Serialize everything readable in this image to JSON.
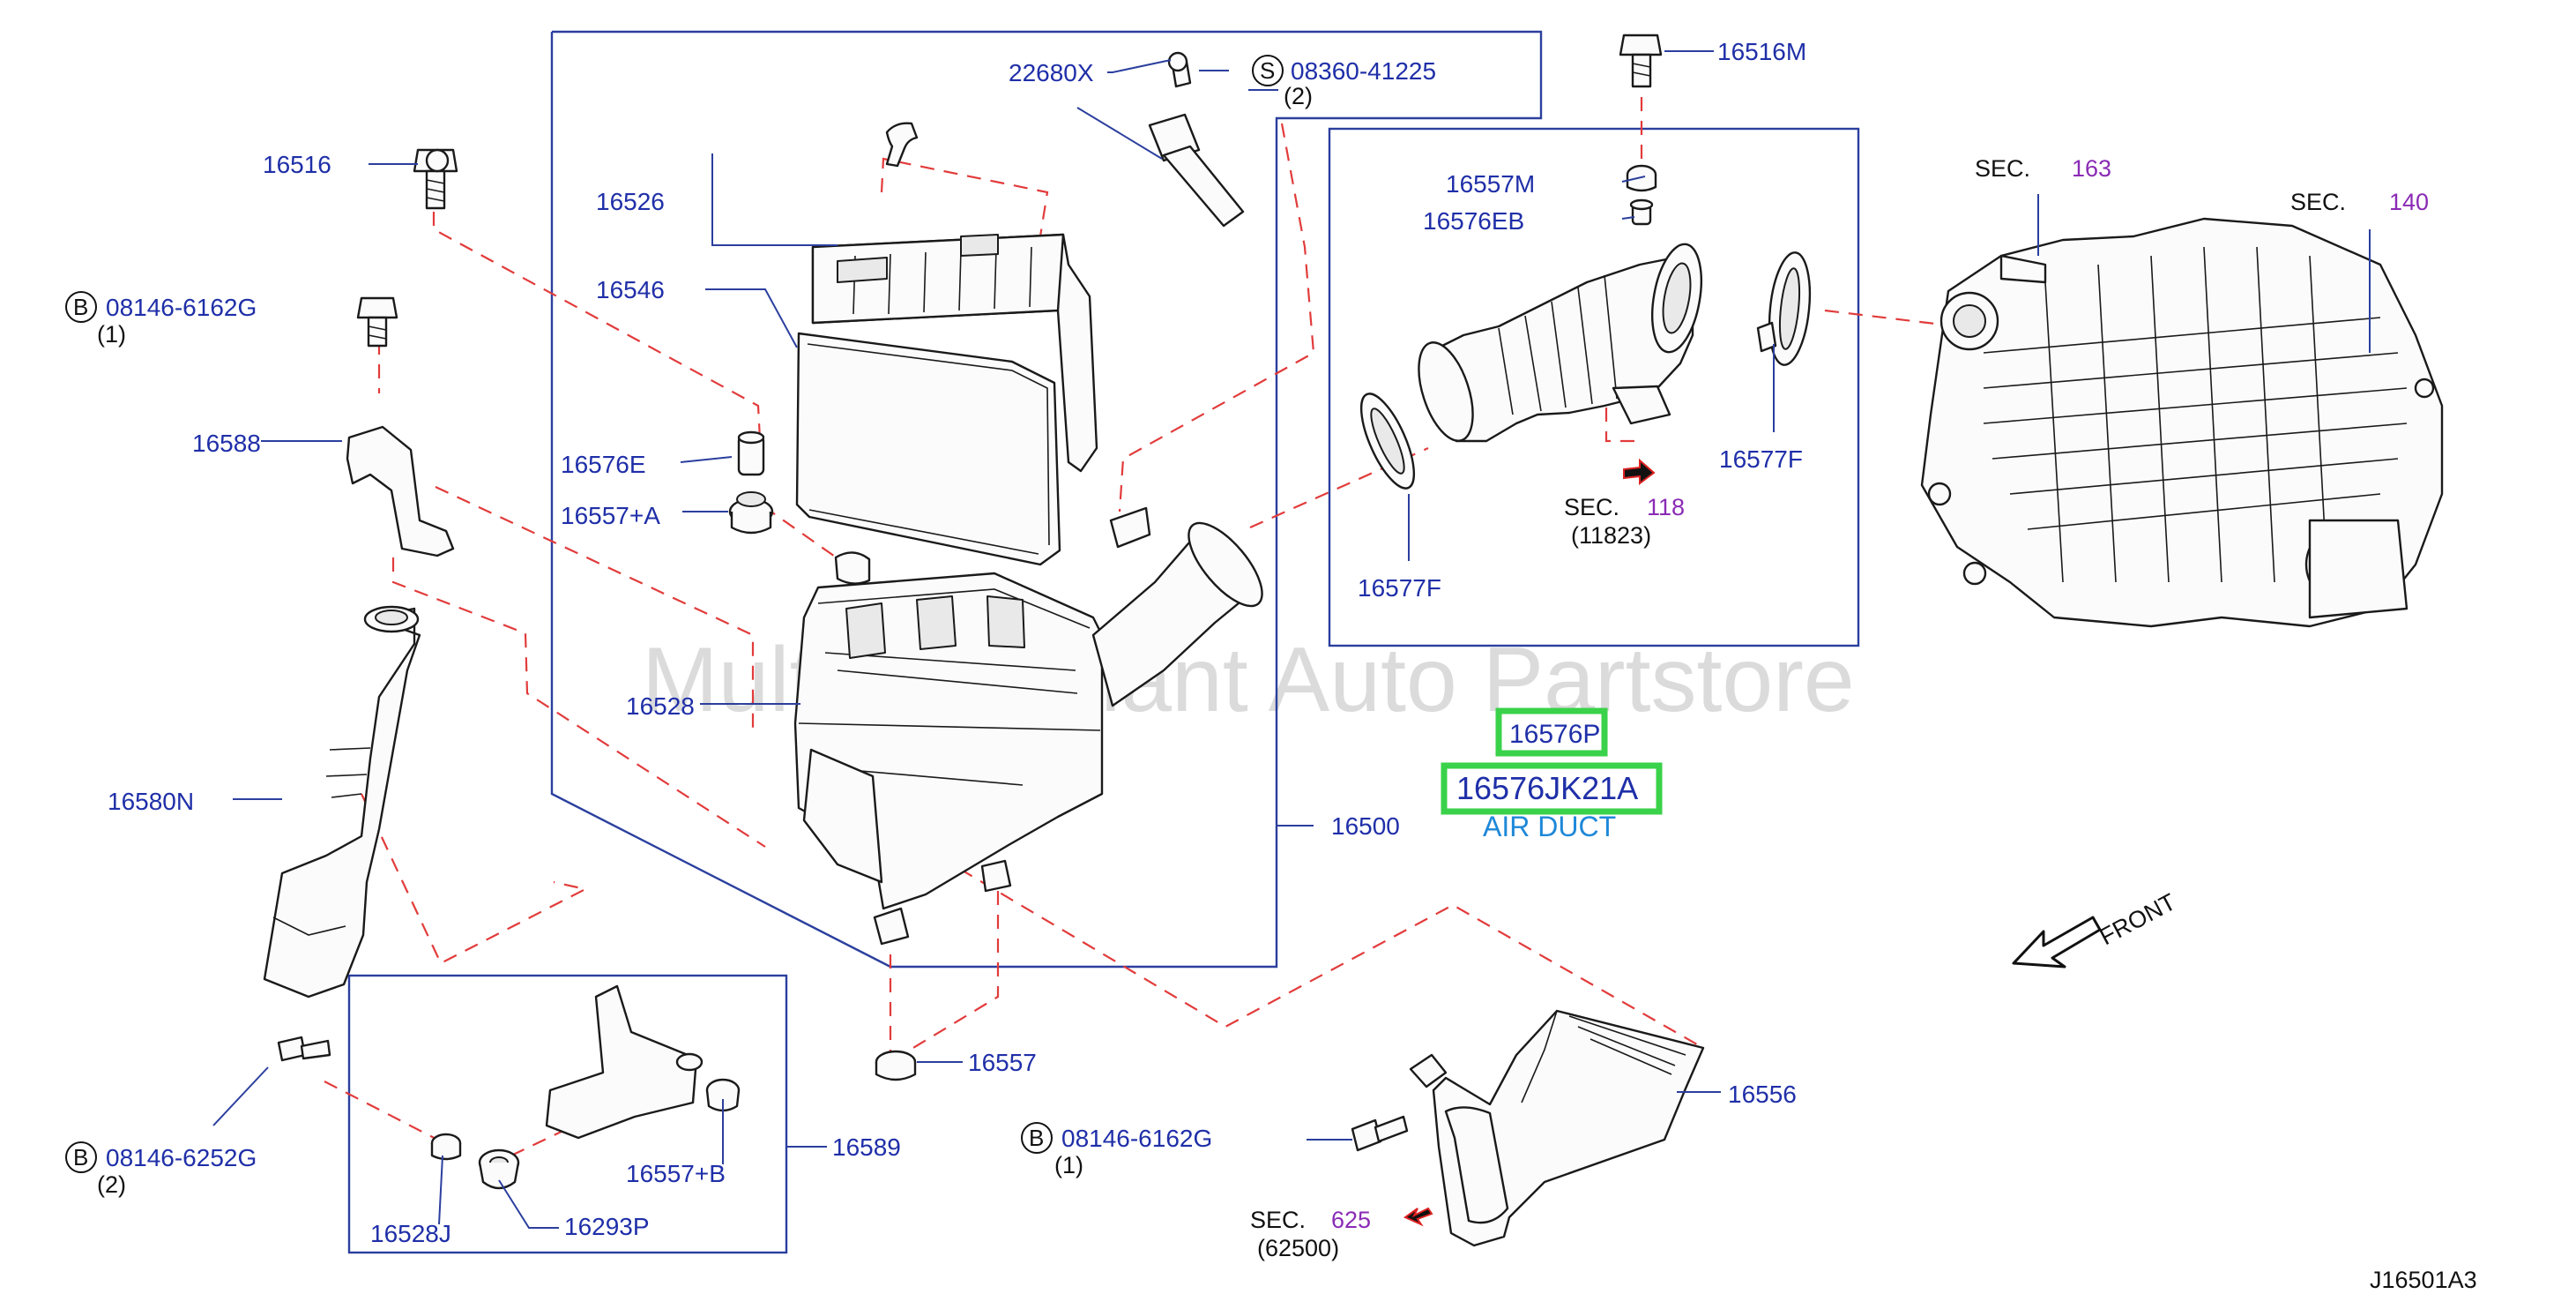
{
  "diagram_code": "J16501A3",
  "watermark": "Multi-Merchant Auto Partstore",
  "highlight": {
    "part_number": "16576P",
    "oem_number": "16576JK21A",
    "description": "AIR DUCT"
  },
  "front_label": "FRONT",
  "labels": {
    "p22680X": "22680X",
    "s_prefix": "S",
    "s_bolt": "08360-41225",
    "s_qty": "(2)",
    "p16516M": "16516M",
    "p16516": "16516",
    "p16526": "16526",
    "p16546": "16546",
    "b_prefix": "B",
    "b1_bolt": "08146-6162G",
    "b1_qty": "(1)",
    "p16588": "16588",
    "p16576E": "16576E",
    "p16557A": "16557+A",
    "p16528": "16528",
    "p16580N": "16580N",
    "p16500": "16500",
    "p16557M": "16557M",
    "p16576EB": "16576EB",
    "p16577F_a": "16577F",
    "p16577F_b": "16577F",
    "sec_word": "SEC.",
    "sec118": "118",
    "sec118_sub": "(11823)",
    "sec163": "163",
    "sec140": "140",
    "p16557": "16557",
    "p16556": "16556",
    "b2_bolt": "08146-6252G",
    "b2_qty": "(2)",
    "p16589": "16589",
    "p16557B": "16557+B",
    "p16528J": "16528J",
    "p16293P": "16293P",
    "b3_bolt": "08146-6162G",
    "b3_qty": "(1)",
    "sec625": "625",
    "sec625_sub": "(62500)"
  },
  "colors": {
    "label_blue": "#1f2fa8",
    "section_purple": "#8a2bb5",
    "dashed_red": "#e23b3b",
    "highlight_green": "#3ad24a",
    "air_duct_blue": "#1e88d8"
  }
}
